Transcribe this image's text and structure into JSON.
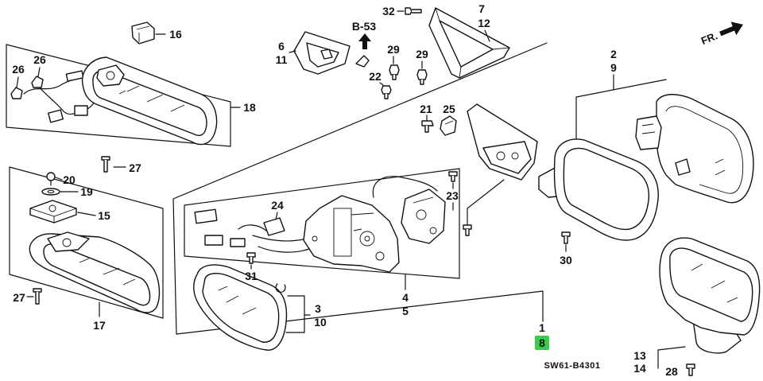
{
  "diagram": {
    "reference_label": "B-53",
    "direction_label": "FR.",
    "code": "SW61-B4301",
    "colors": {
      "line": "#111111",
      "highlight": "#3ccd48",
      "background": "#ffffff"
    },
    "callouts": [
      "32",
      "7",
      "12",
      "6",
      "11",
      "16",
      "26",
      "26",
      "29",
      "29",
      "22",
      "18",
      "2",
      "9",
      "21",
      "25",
      "27",
      "20",
      "19",
      "15",
      "24",
      "23",
      "30",
      "31",
      "3",
      "10",
      "4",
      "5",
      "1",
      "8",
      "27",
      "17",
      "13",
      "14",
      "28"
    ]
  }
}
